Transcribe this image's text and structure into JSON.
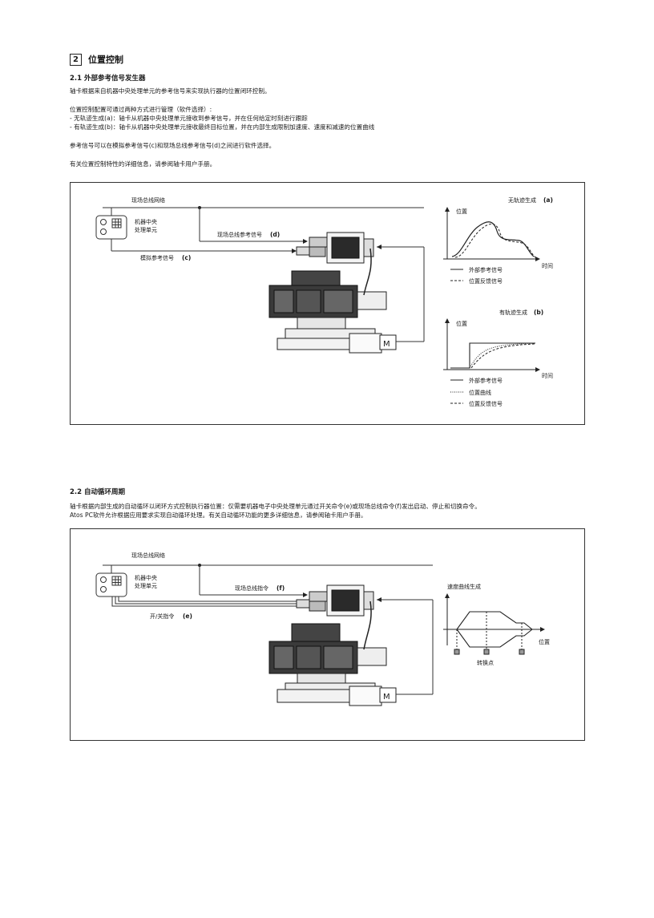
{
  "section": {
    "number": "2",
    "title": "位置控制"
  },
  "s21": {
    "title": "2.1 外部参考信号发生器",
    "p1": "轴卡根据来自机器中央处理单元的参考信号来实现执行器的位置闭环控制。",
    "p2": "位置控制配置可通过两种方式进行管理（软件选择）:",
    "b1": "- 无轨迹生成(a)：轴卡从机器中央处理单元接收到参考信号，并在任何给定时刻进行跟踪",
    "b2": "- 有轨迹生成(b)：轴卡从机器中央处理单元接收最终目标位置，并在内部生成限制加速度、速度和减速的位置曲线",
    "p3": "参考信号可以在模拟参考信号(c)和现场总线参考信号(d)之间进行软件选择。",
    "p4": "有关位置控制特性的详细信息，请参阅轴卡用户手册。"
  },
  "diagram1": {
    "fieldbus_network": "现场总线网络",
    "cpu_line1": "机器中央",
    "cpu_line2": "处理单元",
    "fieldbus_ref": "现场总线参考信号",
    "fieldbus_ref_tag": "(d)",
    "analog_ref": "模拟参考信号",
    "analog_ref_tag": "(c)",
    "motor": "M",
    "chart_a": {
      "title": "无轨迹生成",
      "tag": "(a)",
      "ylabel": "位置",
      "xlabel": "时间",
      "legend": [
        "外部参考信号",
        "位置反馈信号"
      ]
    },
    "chart_b": {
      "title": "有轨迹生成",
      "tag": "(b)",
      "ylabel": "位置",
      "xlabel": "时间",
      "legend": [
        "外部参考信号",
        "位置曲线",
        "位置反馈信号"
      ]
    }
  },
  "s22": {
    "title": "2.2 自动循环周期",
    "p1": "轴卡根据内部生成的自动循环以闭环方式控制执行器位置：仅需要机器电子中央处理单元通过开关命令(e)或现场总线命令(f)发出启动、停止和切换命令。",
    "p2": "Atos PC软件允许根据应用要求实现自动循环处理。有关自动循环功能的更多详细信息，请参阅轴卡用户手册。"
  },
  "diagram2": {
    "fieldbus_network": "现场总线网络",
    "cpu_line1": "机器中央",
    "cpu_line2": "处理单元",
    "fieldbus_cmd": "现场总线指令",
    "fieldbus_cmd_tag": "(f)",
    "onoff_cmd": "开/关指令",
    "onoff_cmd_tag": "(e)",
    "motor": "M",
    "chart": {
      "title": "速度曲线生成",
      "xlabel": "位置",
      "switch_point": "转换点"
    }
  }
}
